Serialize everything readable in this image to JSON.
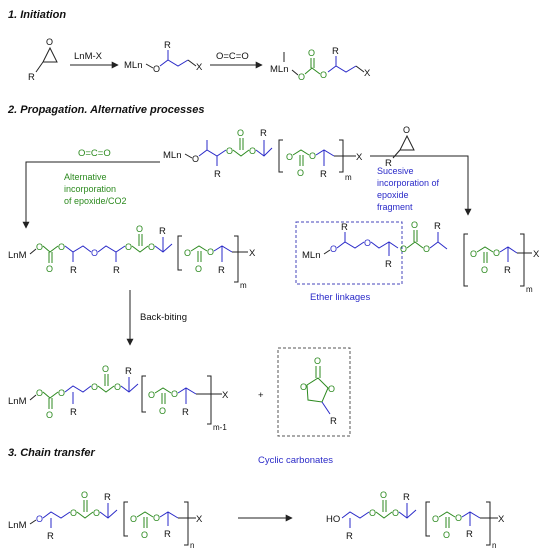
{
  "sections": {
    "initiation": "1. Initiation",
    "propagation": "2. Propagation. Alternative processes",
    "chain_transfer": "3. Chain transfer"
  },
  "reagents": {
    "initiator": "LnM-X",
    "co2": "O=C=O",
    "co2_prop": "O=C=O"
  },
  "labels": {
    "alt_incorp_1": "Alternative",
    "alt_incorp_2": "incorporation",
    "alt_incorp_3": "of epoxide/CO2",
    "succ_1": "Sucesive",
    "succ_2": "incorporation of",
    "succ_3": "epoxide",
    "succ_4": "fragment",
    "ether": "Ether linkages",
    "backbiting": "Back-biting",
    "cyclic": "Cyclic carbonates",
    "plus": "+"
  },
  "atoms": {
    "MLn": "MLn",
    "LnM": "LnM",
    "HO": "HO",
    "O": "O",
    "R": "R",
    "X": "X",
    "m": "m",
    "m1": "m-1",
    "n": "n"
  }
}
